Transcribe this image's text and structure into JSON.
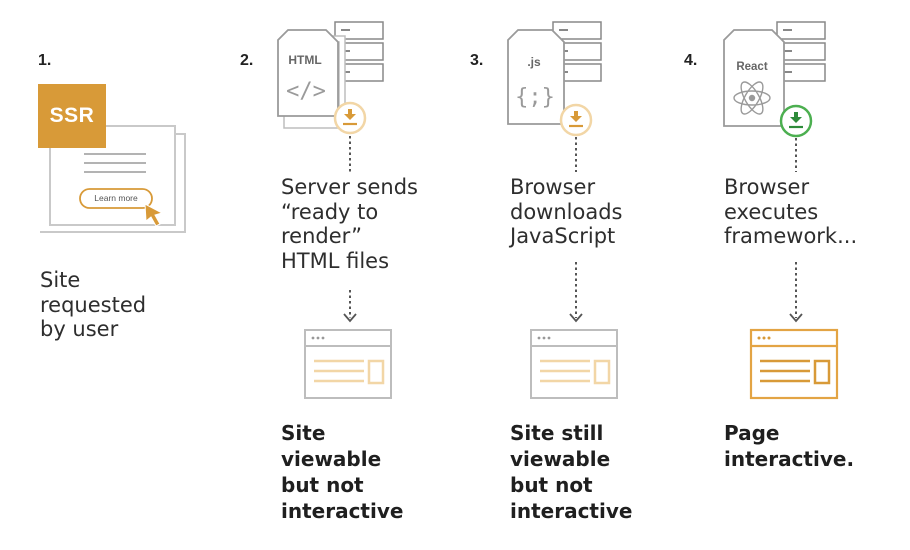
{
  "steps": [
    {
      "number": "1.",
      "badge": "SSR",
      "button_label": "Learn more",
      "description": "Site\nrequested\nby user"
    },
    {
      "number": "2.",
      "doc_label": "HTML",
      "doc_glyph": "</>",
      "description": "Server sends\n“ready to\nrender”\nHTML files",
      "result": "Site\nviewable\nbut not\ninteractive"
    },
    {
      "number": "3.",
      "doc_label": ".js",
      "doc_glyph": "{;}",
      "description": "Browser\ndownloads\nJavaScript",
      "result": "Site still\nviewable\nbut not\ninteractive"
    },
    {
      "number": "4.",
      "doc_label": "React",
      "description": "Browser\nexecutes\nframework...",
      "result": "Page\ninteractive."
    }
  ],
  "colors": {
    "accent": "#d89a38",
    "accent_light": "#f2d6a6",
    "green": "#4caf50",
    "gray_line": "#9a9a9a",
    "text": "#2e2e2e"
  },
  "icons": [
    "ssr-badge",
    "html-document-icon",
    "js-document-icon",
    "react-document-icon",
    "download-icon",
    "browser-window-icon",
    "cursor-arrow-icon"
  ]
}
